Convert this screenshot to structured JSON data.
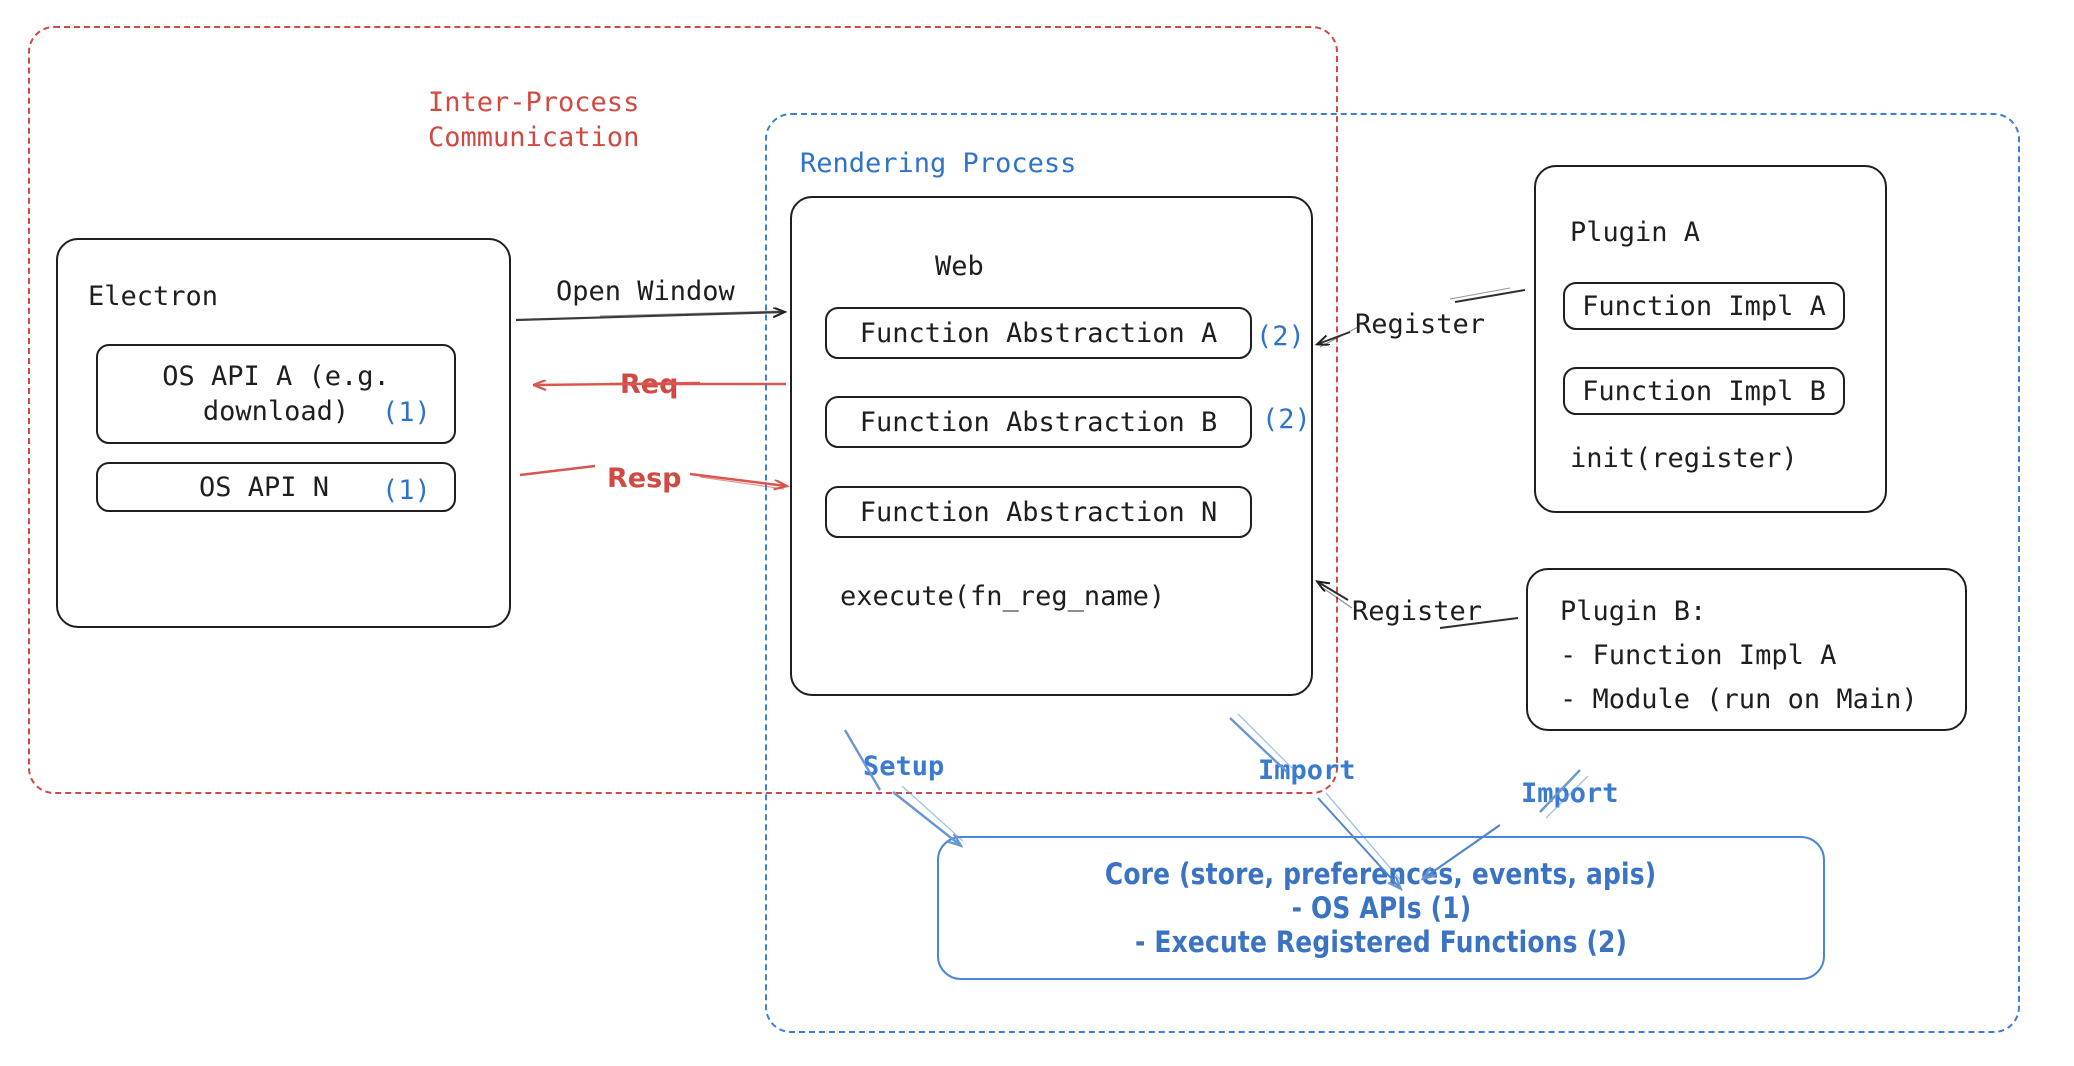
{
  "diagram": {
    "title": "Electron plugin architecture",
    "colors": {
      "ipc_red": "#d04a43",
      "render_blue": "#3d7fd4",
      "marker_blue": "#2f73c9",
      "core_blue": "#3a72c4",
      "stroke_dark": "#1e1e1e"
    }
  },
  "regions": {
    "ipc": {
      "label": "Inter-Process\nCommunication",
      "color": "#d04a43"
    },
    "rendering": {
      "label": "Rendering Process",
      "color": "#2f73c9"
    }
  },
  "electron": {
    "title": "Electron",
    "apis": [
      {
        "label": "OS API A (e.g.\ndownload)",
        "marker": "(1)"
      },
      {
        "label": "OS API N",
        "marker": "(1)"
      }
    ]
  },
  "web": {
    "title": "Web",
    "abstractions": [
      {
        "label": "Function Abstraction A",
        "marker": "(2)"
      },
      {
        "label": "Function Abstraction B",
        "marker": "(2)"
      },
      {
        "label": "Function Abstraction N",
        "marker": ""
      }
    ],
    "footer": "execute(fn_reg_name)"
  },
  "plugin_a": {
    "title": "Plugin A",
    "items": [
      "Function Impl A",
      "Function Impl B"
    ],
    "footer": "init(register)"
  },
  "plugin_b": {
    "lines": [
      "Plugin B:",
      "- Function Impl A",
      "- Module (run on Main)"
    ]
  },
  "core": {
    "lines": [
      "Core (store, preferences, events, apis)",
      "- OS APIs (1)",
      "- Execute Registered Functions (2)"
    ]
  },
  "edges": {
    "open_window": "Open Window",
    "req": "Req",
    "resp": "Resp",
    "register_a": "Register",
    "register_b": "Register",
    "setup": "Setup",
    "import_web": "Import",
    "import_plugin_b": "Import"
  }
}
